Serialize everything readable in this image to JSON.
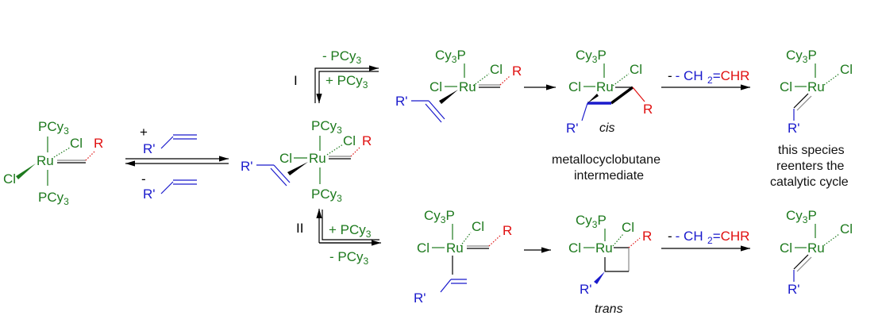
{
  "title": "Olefin metathesis mechanism with Grubbs ruthenium catalyst",
  "labels": {
    "pcy3": "PCy",
    "three": "3",
    "cy3p_a": "Cy",
    "cy3p_b": "P",
    "cl": "Cl",
    "ru": "Ru",
    "r": "R",
    "rprime": "R'",
    "plus": "+",
    "minus": "-",
    "minus_pcy3": "- PCy",
    "plus_pcy3": "+ PCy",
    "pathway_1": "I",
    "pathway_2": "II",
    "elim_minus": "- CH",
    "elim_two": "2",
    "elim_eq": "=",
    "elim_chr": "CHR",
    "cis": "cis",
    "trans": "trans",
    "metallocyclobutane_1": "metallocyclobutane",
    "metallocyclobutane_2": "intermediate",
    "reenter_1": "this species",
    "reenter_2": "reenters the",
    "reenter_3": "catalytic cycle"
  },
  "colors": {
    "ligand": "#1e7a1e",
    "alkene": "#1a1acc",
    "alkylidene": "#e01010",
    "arrow": "#000000"
  }
}
